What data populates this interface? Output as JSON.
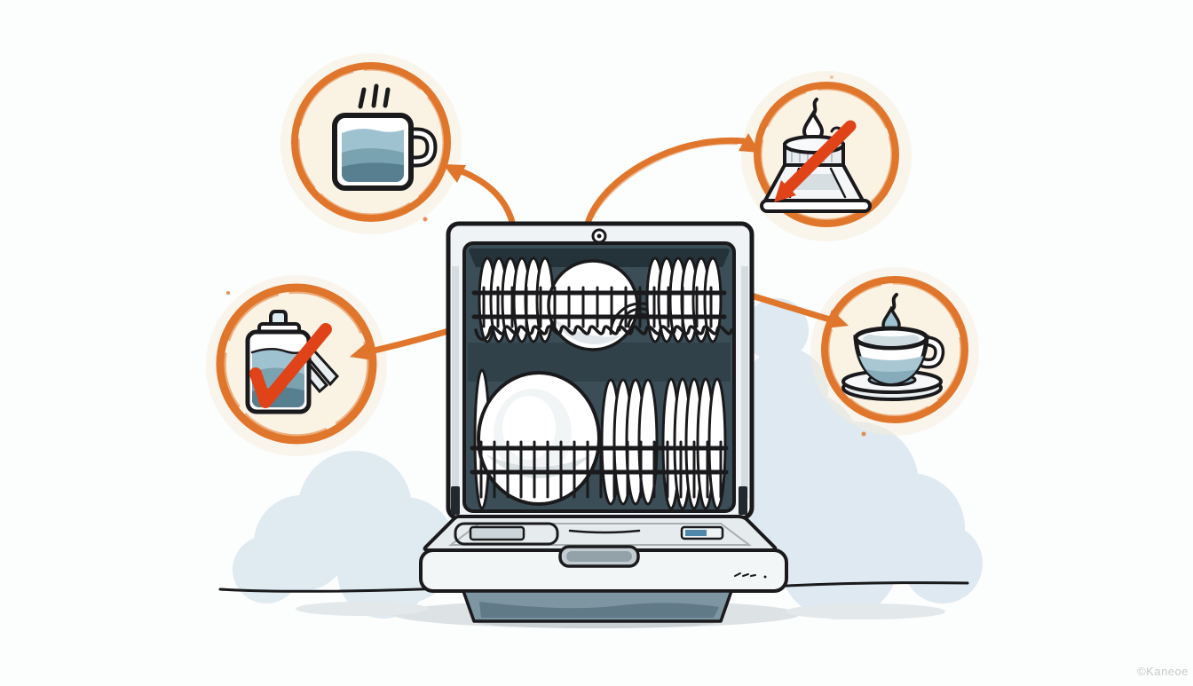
{
  "watermark": {
    "text": "©Kaneoe"
  },
  "colors": {
    "bg": "#fcfdfd",
    "ink": "#1a1a1c",
    "orange": "#e0762b",
    "red": "#e04318",
    "cream": "#faf2e3",
    "creamHalo": "#f7eedb",
    "interior": "#3b4d56",
    "interiorDark": "#243239",
    "interiorMid": "#30414a",
    "frame": "#eff3f5",
    "frameShade": "#d5dde1",
    "plate": "#ffffff",
    "plateShade": "#d3dcdf",
    "water": "#9ec2d0",
    "waterMid": "#7aa3b2",
    "waterDeep": "#577f90",
    "skyBlob": "#dbe7f0",
    "doorTop": "#e6ecee",
    "doorFront": "#f3f6f7",
    "handleLight": "#c3cdd1",
    "handleDark": "#93a2a9",
    "base": "#7e95a2",
    "baseDark": "#5e7785",
    "chipBlue": "#4f87aa",
    "groundShadow": "#dde2e4",
    "groundLine": "#26262a",
    "watermarkColor": "#c7c9ca"
  },
  "callouts": [
    {
      "name": "hot-glass",
      "icon": "steaming-glass-mug-icon"
    },
    {
      "name": "no-pan",
      "icon": "pan-crossed-out-icon"
    },
    {
      "name": "no-bottle",
      "icon": "bottle-crossed-out-icon"
    },
    {
      "name": "teacup",
      "icon": "teacup-with-drop-icon"
    }
  ]
}
